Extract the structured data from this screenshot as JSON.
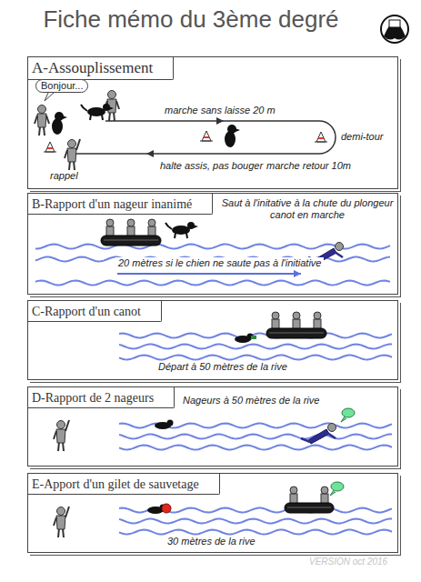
{
  "diagram": {
    "title": "Fiche mémo du 3ème degré",
    "nodes": [
      {
        "text": [
          "A-Assouplissement",
          "Bonjour...",
          "marche sans laisse 20 m",
          "demi-tour",
          "rappel",
          "halte assis, pas bouger",
          "marche retour 10m"
        ]
      },
      {
        "text": [
          "B-Rapport d'un nageur inanimé",
          "Saut à l'initative à la chute du plongeur canot en marche",
          "20 mètres si le chien ne saute pas à l'initiative"
        ]
      },
      {
        "text": [
          "C-Rapport d'un canot",
          "Départ à 50 mètres de la rive"
        ]
      },
      {
        "text": [
          "D-Rapport de 2 nageurs",
          "Nageurs à 50 mètres de la rive"
        ]
      },
      {
        "text": [
          "E-Apport d'un gilet de sauvetage",
          "30 mètres de la rive"
        ]
      }
    ],
    "labels": [
      "VERSION oct 2016"
    ]
  }
}
